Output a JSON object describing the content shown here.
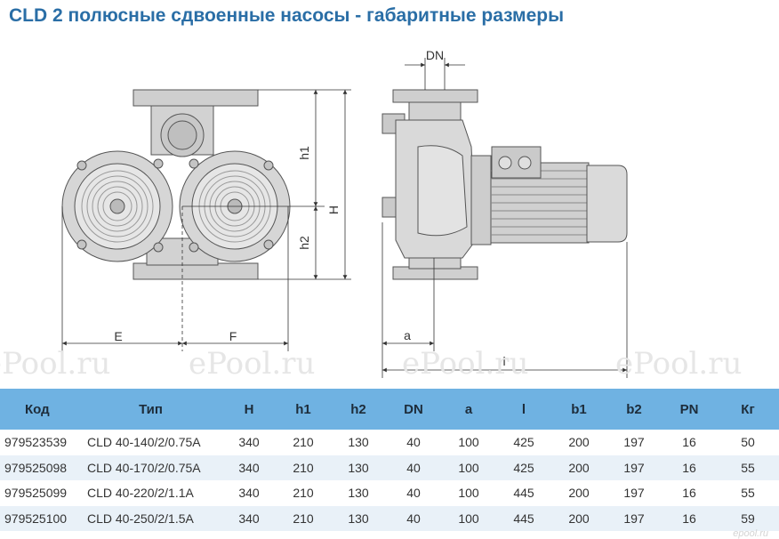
{
  "title": "CLD 2 полюсные сдвоенные насосы - габаритные размеры",
  "drawing": {
    "labels": {
      "dn": "DN",
      "h1": "h1",
      "h2": "h2",
      "H": "H",
      "E": "E",
      "F": "F",
      "a": "a",
      "l": "l"
    }
  },
  "watermark": "ePool.ru",
  "logo": "epool.ru",
  "table": {
    "headers": [
      "Код",
      "Тип",
      "H",
      "h1",
      "h2",
      "DN",
      "a",
      "l",
      "b1",
      "b2",
      "PN",
      "Кг"
    ],
    "rows": [
      [
        "979523539",
        "CLD 40-140/2/0.75A",
        "340",
        "210",
        "130",
        "40",
        "100",
        "425",
        "200",
        "197",
        "16",
        "50"
      ],
      [
        "979525098",
        "CLD 40-170/2/0.75A",
        "340",
        "210",
        "130",
        "40",
        "100",
        "425",
        "200",
        "197",
        "16",
        "55"
      ],
      [
        "979525099",
        "CLD 40-220/2/1.1A",
        "340",
        "210",
        "130",
        "40",
        "100",
        "445",
        "200",
        "197",
        "16",
        "55"
      ],
      [
        "979525100",
        "CLD 40-250/2/1.5A",
        "340",
        "210",
        "130",
        "40",
        "100",
        "445",
        "200",
        "197",
        "16",
        "59"
      ]
    ]
  }
}
